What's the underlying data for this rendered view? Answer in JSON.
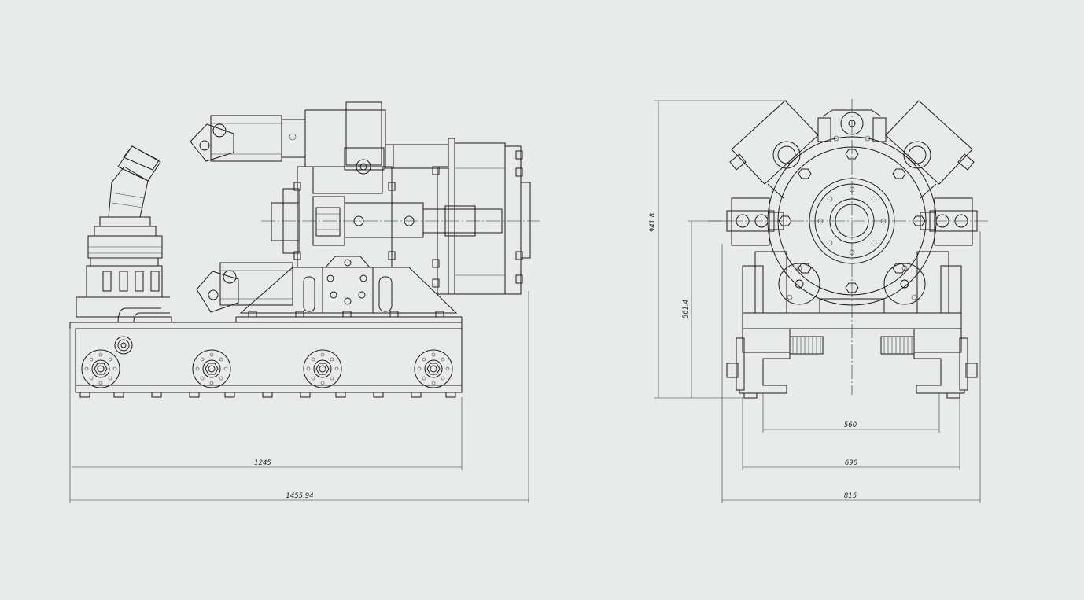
{
  "colors": {
    "background": "#e9eaea",
    "line": "#1b1b1b"
  },
  "dimensions": {
    "side_base_length": "1245",
    "side_total_length": "1455.94",
    "front_height_total": "941.8",
    "front_height_axis": "561.4",
    "front_inner_width": "560",
    "front_base_width": "690",
    "front_total_width": "815"
  }
}
